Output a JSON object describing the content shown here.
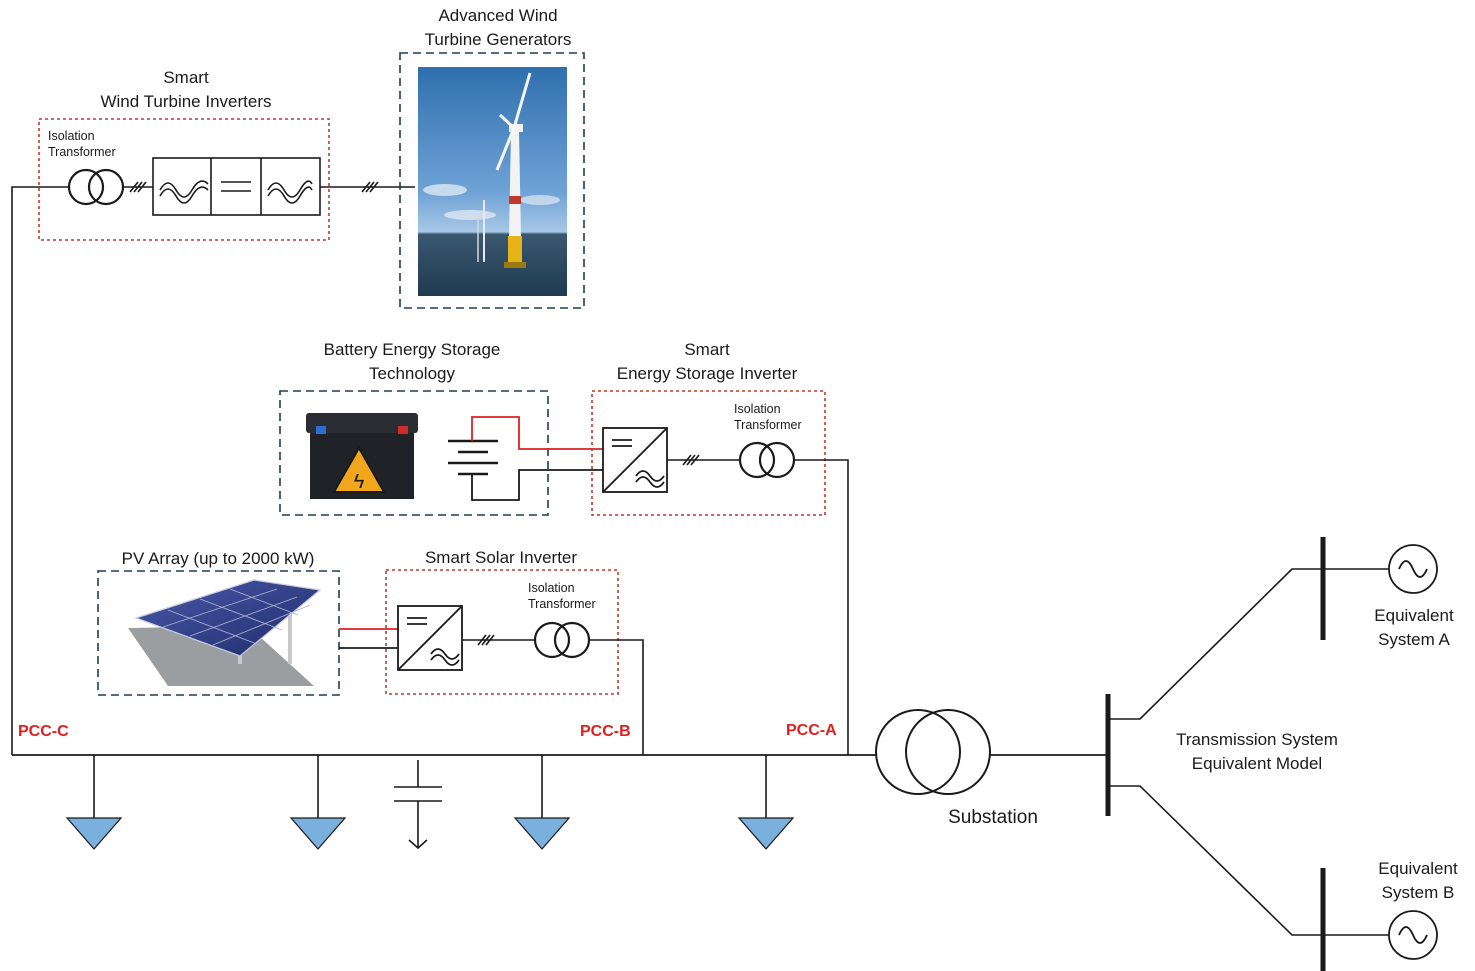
{
  "labels": {
    "wtg_title_1": "Advanced Wind",
    "wtg_title_2": "Turbine Generators",
    "wti_title_1": "Smart",
    "wti_title_2": "Wind Turbine Inverters",
    "iso_1a": "Isolation",
    "iso_1b": "Transformer",
    "bess_title_1": "Battery Energy Storage",
    "bess_title_2": "Technology",
    "esi_title_1": "Smart",
    "esi_title_2": "Energy Storage Inverter",
    "iso_2a": "Isolation",
    "iso_2b": "Transformer",
    "pv_title": "PV Array (up to 2000 kW)",
    "ssi_title": "Smart Solar Inverter",
    "iso_3a": "Isolation",
    "iso_3b": "Transformer",
    "pcc_c": "PCC-C",
    "pcc_b": "PCC-B",
    "pcc_a": "PCC-A",
    "substation": "Substation",
    "tse_1": "Transmission System",
    "tse_2": "Equivalent Model",
    "eq_a_1": "Equivalent",
    "eq_a_2": "System A",
    "eq_b_1": "Equivalent",
    "eq_b_2": "System B"
  },
  "colors": {
    "red_box": "#c0392b",
    "blue_box": "#1f3b5c",
    "pcc": "#e02020",
    "ground": "#7ab0dd",
    "line": "#1a1a1a",
    "red_wire": "#e02020"
  }
}
